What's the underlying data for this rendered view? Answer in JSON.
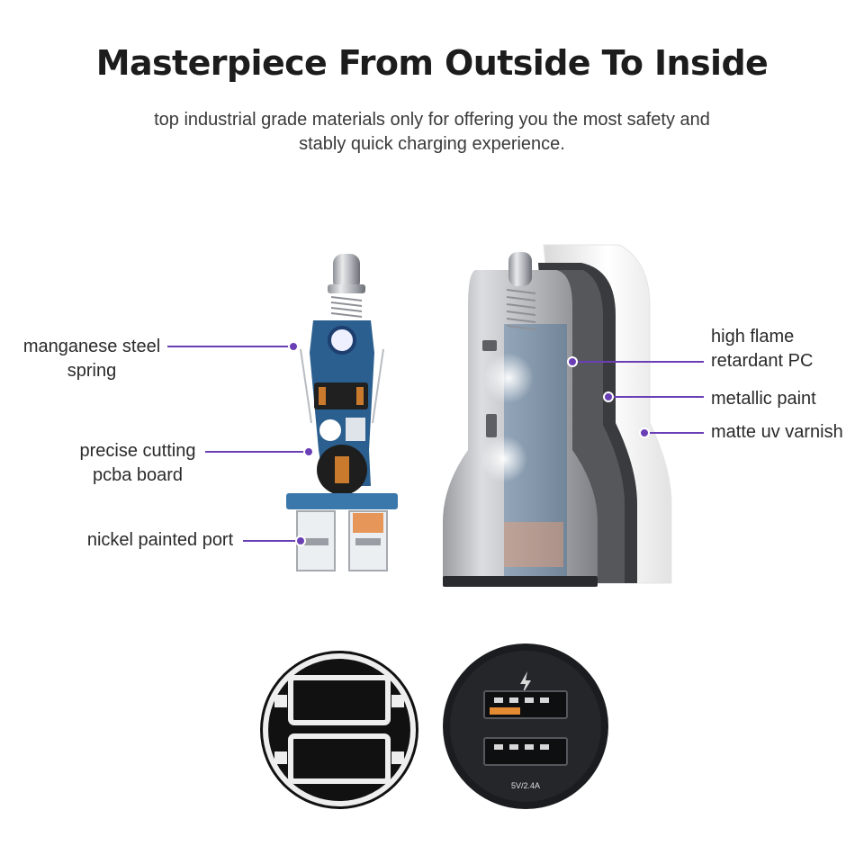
{
  "header": {
    "title": "Masterpiece From Outside To Inside",
    "subtitle_line1": "top industrial grade materials only for offering you the most safety and",
    "subtitle_line2": "stably quick charging experience."
  },
  "callouts_left": [
    {
      "line1": "manganese steel",
      "line2": "spring"
    },
    {
      "line1": "precise cutting",
      "line2": "pcba board"
    },
    {
      "line1": "nickel painted port",
      "line2": ""
    }
  ],
  "callouts_right": [
    {
      "line1": "high flame",
      "line2": "retardant PC"
    },
    {
      "line1": "metallic paint",
      "line2": ""
    },
    {
      "line1": "matte uv varnish",
      "line2": ""
    }
  ],
  "port_label": "5V/2.4A",
  "colors": {
    "accent": "#6a3fb5",
    "pcb": "#2b5f8f",
    "metal": "#b9bcc1",
    "dark": "#1b1b1b"
  },
  "icons": [
    "lightning-icon",
    "usb-port-icon"
  ]
}
